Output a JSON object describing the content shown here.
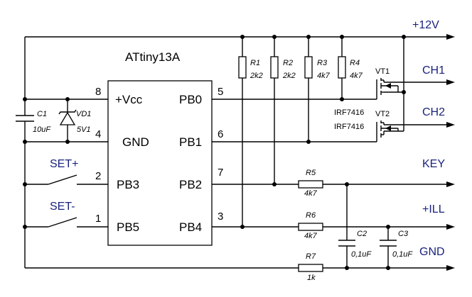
{
  "ic": {
    "name": "ATtiny13A",
    "pins_left": [
      {
        "num": "8",
        "label": "+Vcc"
      },
      {
        "num": "4",
        "label": "GND"
      },
      {
        "num": "2",
        "label": "PB3"
      },
      {
        "num": "1",
        "label": "PB5"
      }
    ],
    "pins_right": [
      {
        "num": "5",
        "label": "PB0"
      },
      {
        "num": "6",
        "label": "PB1"
      },
      {
        "num": "7",
        "label": "PB2"
      },
      {
        "num": "3",
        "label": "PB4"
      }
    ]
  },
  "nets": {
    "v12": "+12V",
    "ch1": "CH1",
    "ch2": "CH2",
    "key": "KEY",
    "ill": "+ILL",
    "gnd": "GND"
  },
  "switches": {
    "set_plus": "SET+",
    "set_minus": "SET-"
  },
  "components": {
    "c1": {
      "ref": "C1",
      "value": "10uF"
    },
    "vd1": {
      "ref": "VD1",
      "value": "5V1"
    },
    "r1": {
      "ref": "R1",
      "value": "2k2"
    },
    "r2": {
      "ref": "R2",
      "value": "2k2"
    },
    "r3": {
      "ref": "R3",
      "value": "4k7"
    },
    "r4": {
      "ref": "R4",
      "value": "4k7"
    },
    "r5": {
      "ref": "R5",
      "value": "4k7"
    },
    "r6": {
      "ref": "R6",
      "value": "4k7"
    },
    "r7": {
      "ref": "R7",
      "value": "1k"
    },
    "c2": {
      "ref": "C2",
      "value": "0,1uF"
    },
    "c3": {
      "ref": "C3",
      "value": "0,1uF"
    },
    "vt1": {
      "ref": "VT1",
      "part": "IRF7416"
    },
    "vt2": {
      "ref": "VT2",
      "part": "IRF7416"
    }
  }
}
